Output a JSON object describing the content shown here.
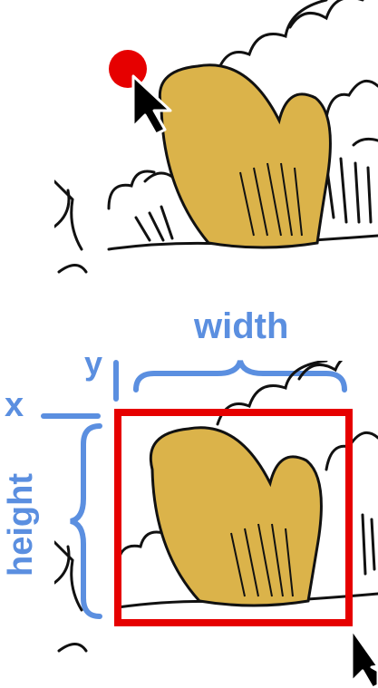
{
  "labels": {
    "width": "width",
    "y": "y",
    "x": "x",
    "height": "height"
  },
  "colors": {
    "annotation": "#5b8fe0",
    "click_dot": "#e60000",
    "bounding_box": "#e60000",
    "mitten_fill": "#dbb34a",
    "cursor": "#000000",
    "outline": "#111111"
  },
  "icons": {
    "pointer": "mouse-cursor-icon",
    "click": "click-point-icon"
  }
}
